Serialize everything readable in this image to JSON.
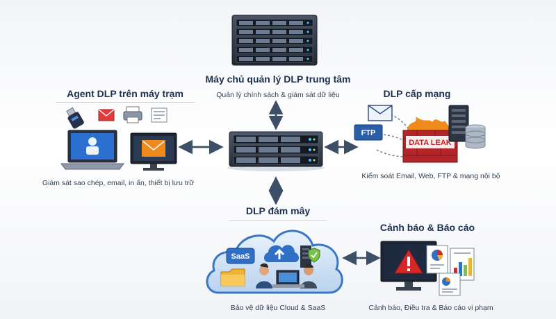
{
  "central": {
    "title": "Máy chủ quản lý DLP trung tâm",
    "caption": "Quản lý chính sách & giám sát dữ liệu"
  },
  "endpoint": {
    "title": "Agent DLP trên máy trạm",
    "caption": "Giám sát sao chép, email, in ấn, thiết bị lưu trữ"
  },
  "network": {
    "title": "DLP cấp mạng",
    "caption": "Kiểm soát Email, Web, FTP & mạng nội bộ",
    "ftp_label": "FTP",
    "leak_label": "DATA LEAK"
  },
  "cloud": {
    "title": "DLP đám mây",
    "caption": "Bảo vệ dữ liệu Cloud & SaaS",
    "saas_label": "SaaS"
  },
  "alert": {
    "title": "Cảnh báo & Báo cáo",
    "caption": "Cảnh báo, Điều tra & Báo cáo vi phạm"
  },
  "colors": {
    "navy": "#1d2f4f",
    "arrow": "#3d4f66",
    "alert_red": "#d62828",
    "accent_orange": "#f08a1c",
    "cloud_blue": "#cfe3f7"
  }
}
